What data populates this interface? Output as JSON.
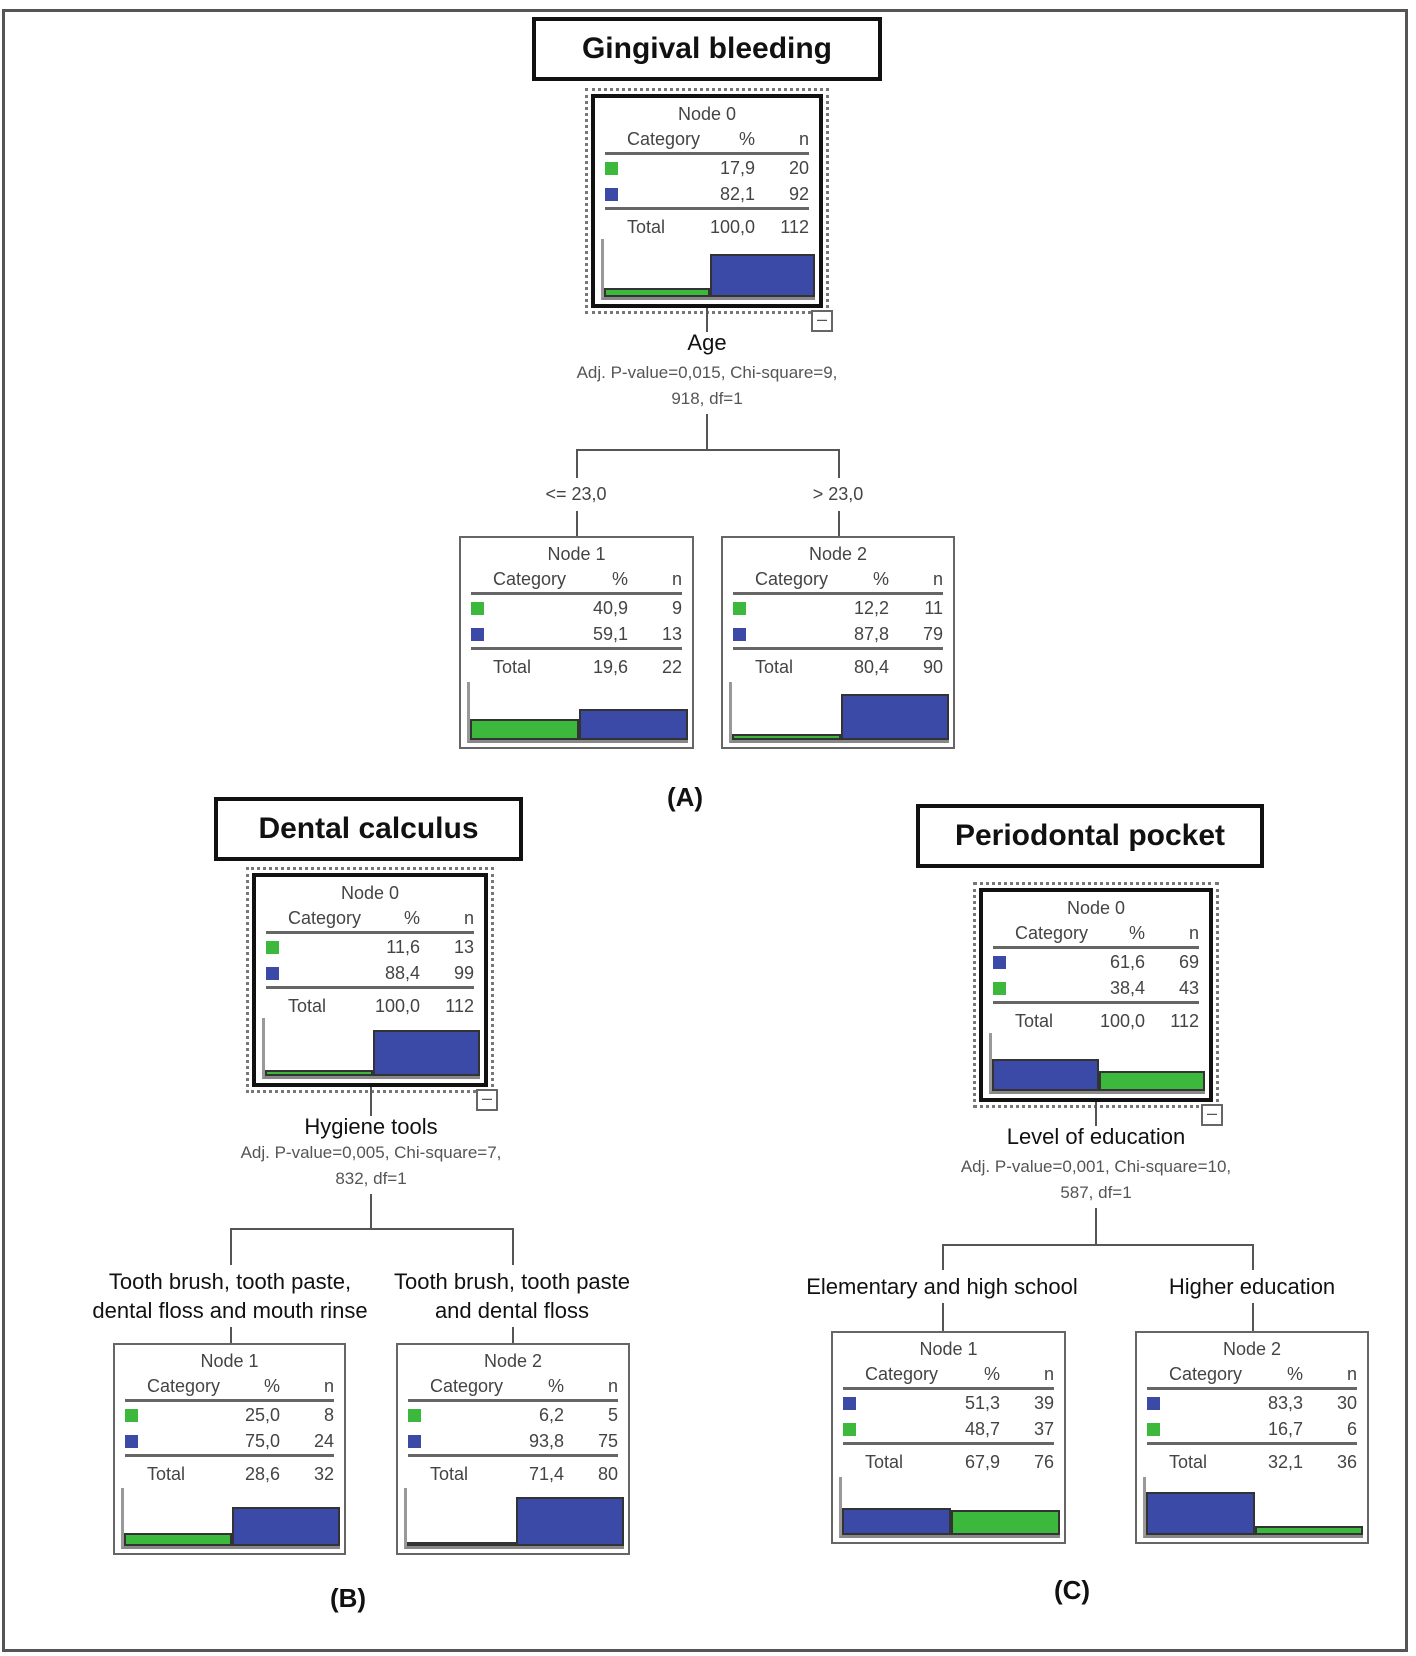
{
  "colors": {
    "green": "#3cb93c",
    "blue": "#3a4aa6"
  },
  "panels": [
    {
      "id": "A",
      "title": "Gingival bleeding",
      "caption": "(A)",
      "split": {
        "variable": "Age",
        "stat_line1": "Adj. P-value=0,015, Chi-square=9,",
        "stat_line2": "918, df=1"
      },
      "branches": [
        {
          "label_lines": [
            "<= 23,0"
          ]
        },
        {
          "label_lines": [
            "> 23,0"
          ]
        }
      ],
      "nodes": [
        {
          "title": "Node 0",
          "header": [
            "Category",
            "%",
            "n"
          ],
          "rows": [
            {
              "color": "green",
              "pct": "17,9",
              "n": "20"
            },
            {
              "color": "blue",
              "pct": "82,1",
              "n": "92"
            }
          ],
          "total": {
            "label": "Total",
            "pct": "100,0",
            "n": "112"
          }
        },
        {
          "title": "Node 1",
          "header": [
            "Category",
            "%",
            "n"
          ],
          "rows": [
            {
              "color": "green",
              "pct": "40,9",
              "n": "9"
            },
            {
              "color": "blue",
              "pct": "59,1",
              "n": "13"
            }
          ],
          "total": {
            "label": "Total",
            "pct": "19,6",
            "n": "22"
          }
        },
        {
          "title": "Node 2",
          "header": [
            "Category",
            "%",
            "n"
          ],
          "rows": [
            {
              "color": "green",
              "pct": "12,2",
              "n": "11"
            },
            {
              "color": "blue",
              "pct": "87,8",
              "n": "79"
            }
          ],
          "total": {
            "label": "Total",
            "pct": "80,4",
            "n": "90"
          }
        }
      ]
    },
    {
      "id": "B",
      "title": "Dental calculus",
      "caption": "(B)",
      "split": {
        "variable": "Hygiene tools",
        "stat_line1": "Adj. P-value=0,005, Chi-square=7,",
        "stat_line2": "832, df=1"
      },
      "branches": [
        {
          "label_lines": [
            "Tooth brush, tooth paste,",
            "dental floss and mouth rinse"
          ]
        },
        {
          "label_lines": [
            "Tooth brush, tooth paste",
            "and dental floss"
          ]
        }
      ],
      "nodes": [
        {
          "title": "Node 0",
          "header": [
            "Category",
            "%",
            "n"
          ],
          "rows": [
            {
              "color": "green",
              "pct": "11,6",
              "n": "13"
            },
            {
              "color": "blue",
              "pct": "88,4",
              "n": "99"
            }
          ],
          "total": {
            "label": "Total",
            "pct": "100,0",
            "n": "112"
          }
        },
        {
          "title": "Node 1",
          "header": [
            "Category",
            "%",
            "n"
          ],
          "rows": [
            {
              "color": "green",
              "pct": "25,0",
              "n": "8"
            },
            {
              "color": "blue",
              "pct": "75,0",
              "n": "24"
            }
          ],
          "total": {
            "label": "Total",
            "pct": "28,6",
            "n": "32"
          }
        },
        {
          "title": "Node 2",
          "header": [
            "Category",
            "%",
            "n"
          ],
          "rows": [
            {
              "color": "green",
              "pct": "6,2",
              "n": "5"
            },
            {
              "color": "blue",
              "pct": "93,8",
              "n": "75"
            }
          ],
          "total": {
            "label": "Total",
            "pct": "71,4",
            "n": "80"
          }
        }
      ]
    },
    {
      "id": "C",
      "title": "Periodontal pocket",
      "caption": "(C)",
      "split": {
        "variable": "Level of education",
        "stat_line1": "Adj. P-value=0,001, Chi-square=10,",
        "stat_line2": "587, df=1"
      },
      "branches": [
        {
          "label_lines": [
            "Elementary and high school"
          ]
        },
        {
          "label_lines": [
            "Higher education"
          ]
        }
      ],
      "nodes": [
        {
          "title": "Node 0",
          "header": [
            "Category",
            "%",
            "n"
          ],
          "rows": [
            {
              "color": "blue",
              "pct": "61,6",
              "n": "69"
            },
            {
              "color": "green",
              "pct": "38,4",
              "n": "43"
            }
          ],
          "total": {
            "label": "Total",
            "pct": "100,0",
            "n": "112"
          }
        },
        {
          "title": "Node 1",
          "header": [
            "Category",
            "%",
            "n"
          ],
          "rows": [
            {
              "color": "blue",
              "pct": "51,3",
              "n": "39"
            },
            {
              "color": "green",
              "pct": "48,7",
              "n": "37"
            }
          ],
          "total": {
            "label": "Total",
            "pct": "67,9",
            "n": "76"
          }
        },
        {
          "title": "Node 2",
          "header": [
            "Category",
            "%",
            "n"
          ],
          "rows": [
            {
              "color": "blue",
              "pct": "83,3",
              "n": "30"
            },
            {
              "color": "green",
              "pct": "16,7",
              "n": "6"
            }
          ],
          "total": {
            "label": "Total",
            "pct": "32,1",
            "n": "36"
          }
        }
      ]
    }
  ]
}
